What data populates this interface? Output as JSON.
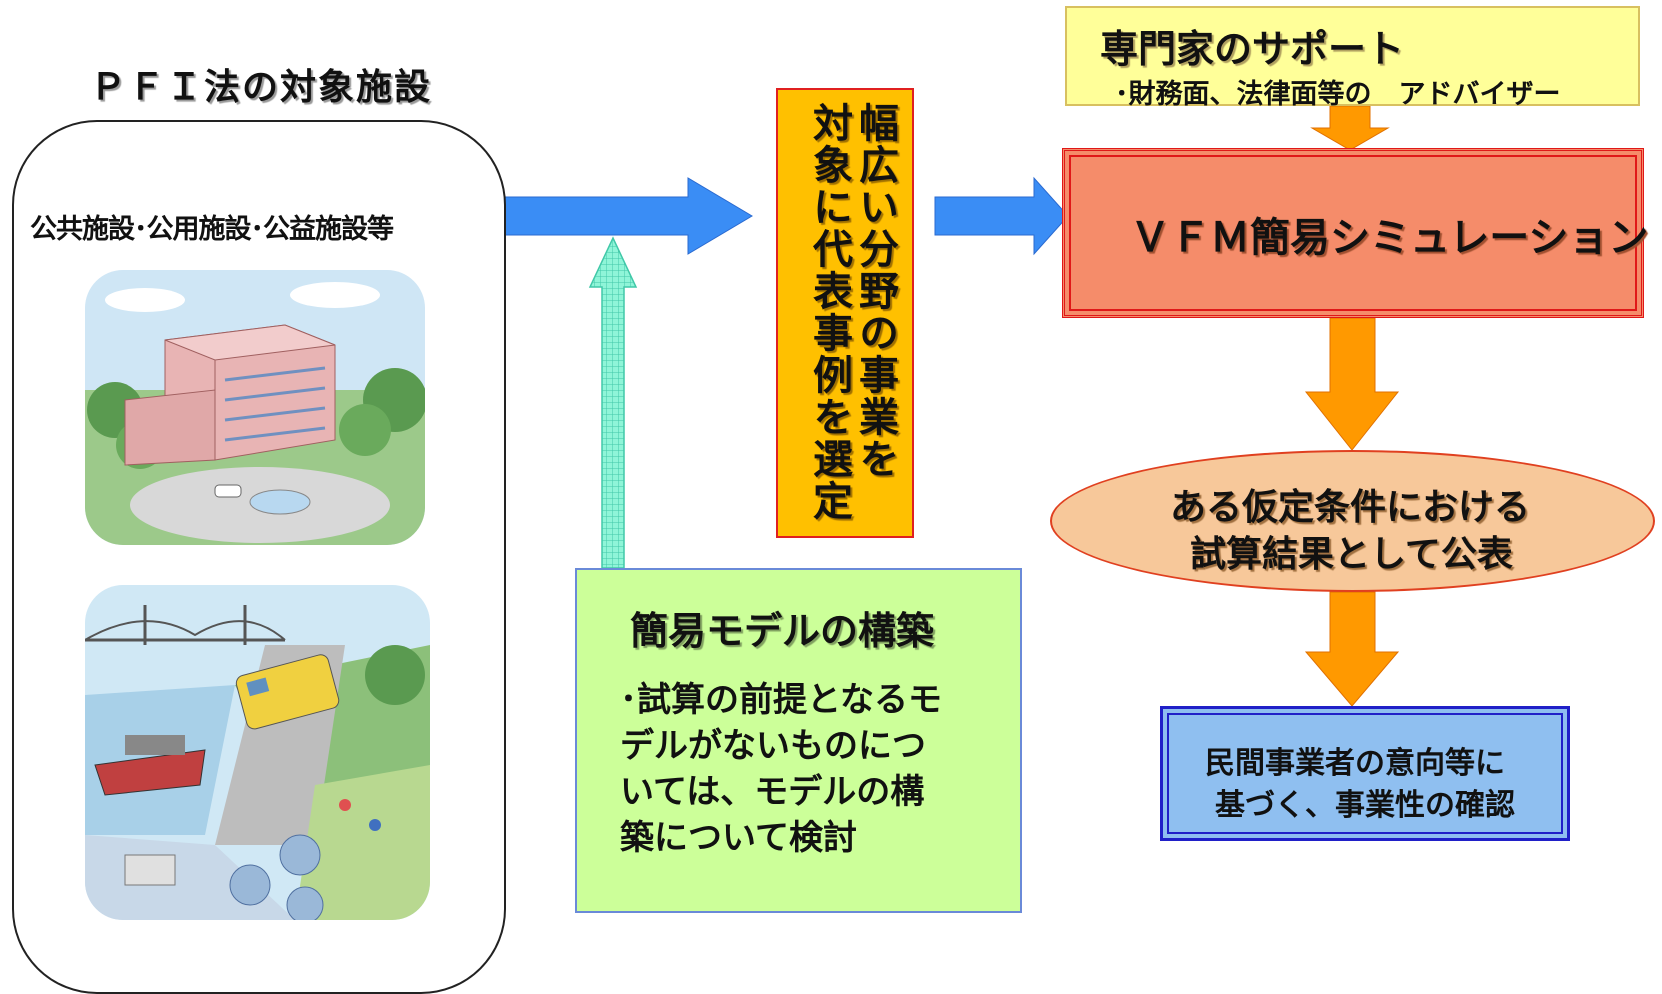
{
  "left": {
    "title": "ＰＦＩ法の対象施設",
    "facility_label": "公共施設･公用施設･公益施設等"
  },
  "center": {
    "vertical_text": "幅広い分野の事業を対象に代表事例を選定",
    "model_title": "簡易モデルの構築",
    "model_lines": [
      "･試算の前提となるモ",
      "デルがないものにつ",
      "いては、モデルの構",
      "築について検討"
    ]
  },
  "right": {
    "support_title": "専門家のサポート",
    "support_sub": "･財務面、法律面等の　アドバイザー",
    "vfm_label": "ＶＦＭ簡易シミュレーション",
    "publish_line1": "ある仮定条件における",
    "publish_line2": "試算結果として公表",
    "confirm_line1": "民間事業者の意向等に",
    "confirm_line2": "基づく、事業性の確認"
  },
  "colors": {
    "blue_arrow": "#3a8df5",
    "orange_arrow": "#ff9900",
    "teal_arrow": "#8ff5d8",
    "vert_box": "#ffc000",
    "vfm_box": "#f58c6a",
    "support_box": "#ffff99",
    "green_box": "#ccff99",
    "blue_box": "#8fbff0",
    "ellipse": "#f7c89a"
  },
  "icons": {
    "illustration_1": "public-building-illustration",
    "illustration_2": "infrastructure-illustration"
  }
}
